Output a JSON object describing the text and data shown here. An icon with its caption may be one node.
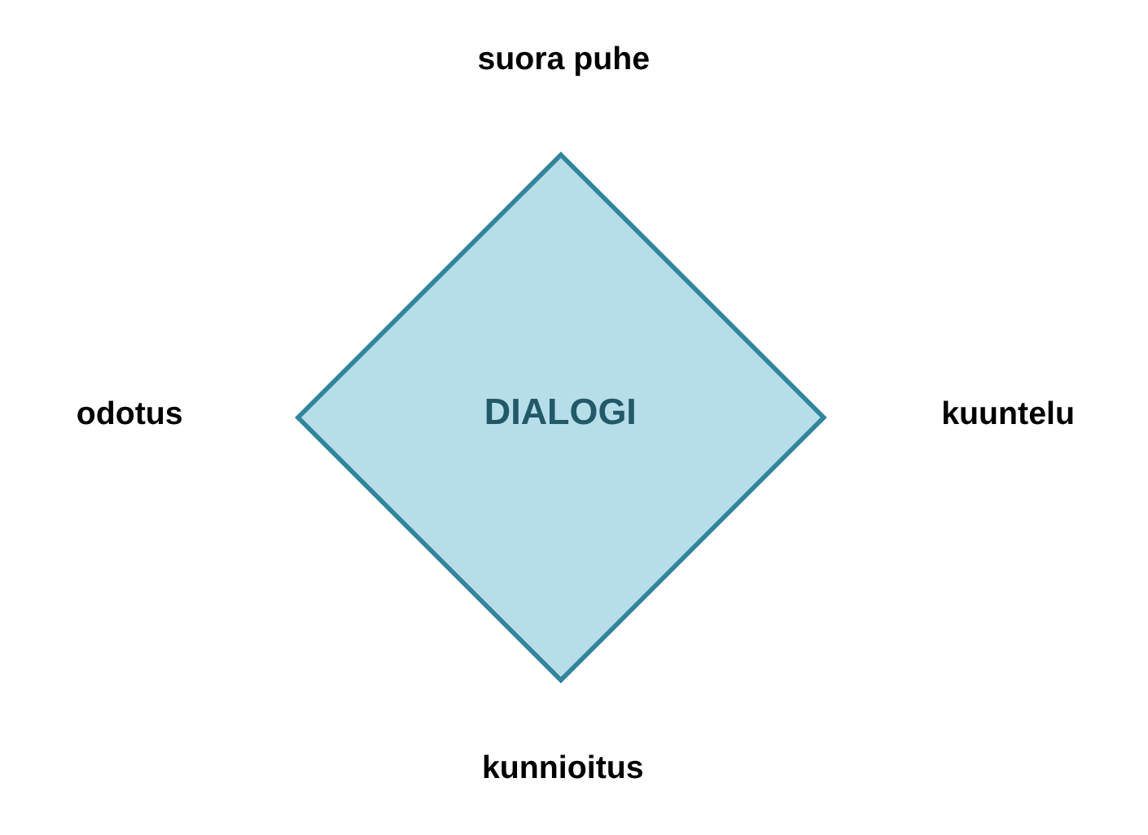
{
  "diagram": {
    "nodes": [
      {
        "text": [
          "DIALOGI"
        ]
      }
    ],
    "labels": [
      "suora puhe",
      "odotus",
      "kuuntelu",
      "kunnioitus"
    ]
  }
}
